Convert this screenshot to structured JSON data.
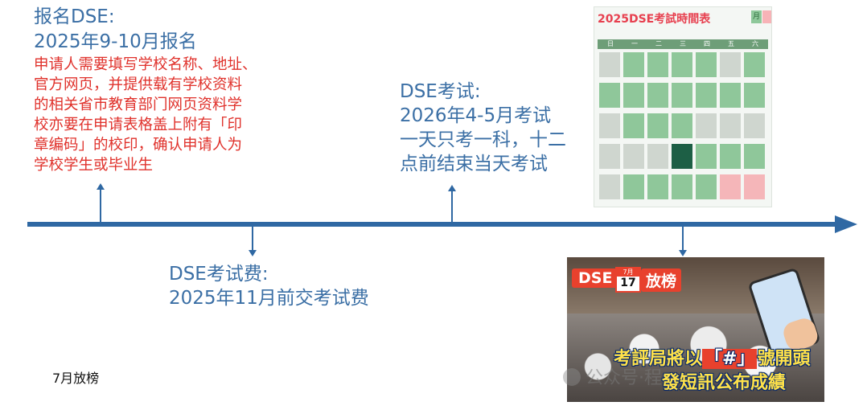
{
  "registration": {
    "title": "报名DSE:",
    "date": "2025年9-10月报名",
    "details": [
      "申请人需要填写学校名称、地址、",
      "官方网页，并提供载有学校资料",
      "的相关省市教育部门网页资料学",
      "校亦要在申请表格盖上附有「印",
      "章编码」的校印，确认申请人为",
      "学校学生或毕业生"
    ]
  },
  "fee": {
    "title": "DSE考试费:",
    "date": "2025年11月前交考试费"
  },
  "exam": {
    "title": "DSE考试:",
    "date": "2026年4-5月考试",
    "details": [
      "一天只考一科，十二",
      "点前结束当天考试"
    ]
  },
  "results_label": "7月放榜",
  "calendar_image": {
    "title": "2025DSE考試時間表",
    "month": "月",
    "weekdays": [
      "日",
      "一",
      "二",
      "三",
      "四",
      "五",
      "六"
    ]
  },
  "results_image": {
    "badge_left": "DSE",
    "badge_month": "7月",
    "badge_day": "17",
    "badge_right": "放榜",
    "caption_line1_pre": "考評局將以",
    "caption_line1_hash": "「#」",
    "caption_line1_post": "號開頭",
    "caption_line2": "發短訊公布成績"
  },
  "watermark": "公众号·程",
  "colors": {
    "timeline": "#2f68a3",
    "blue_text": "#3b6fa5",
    "red_text": "#e0322c"
  }
}
